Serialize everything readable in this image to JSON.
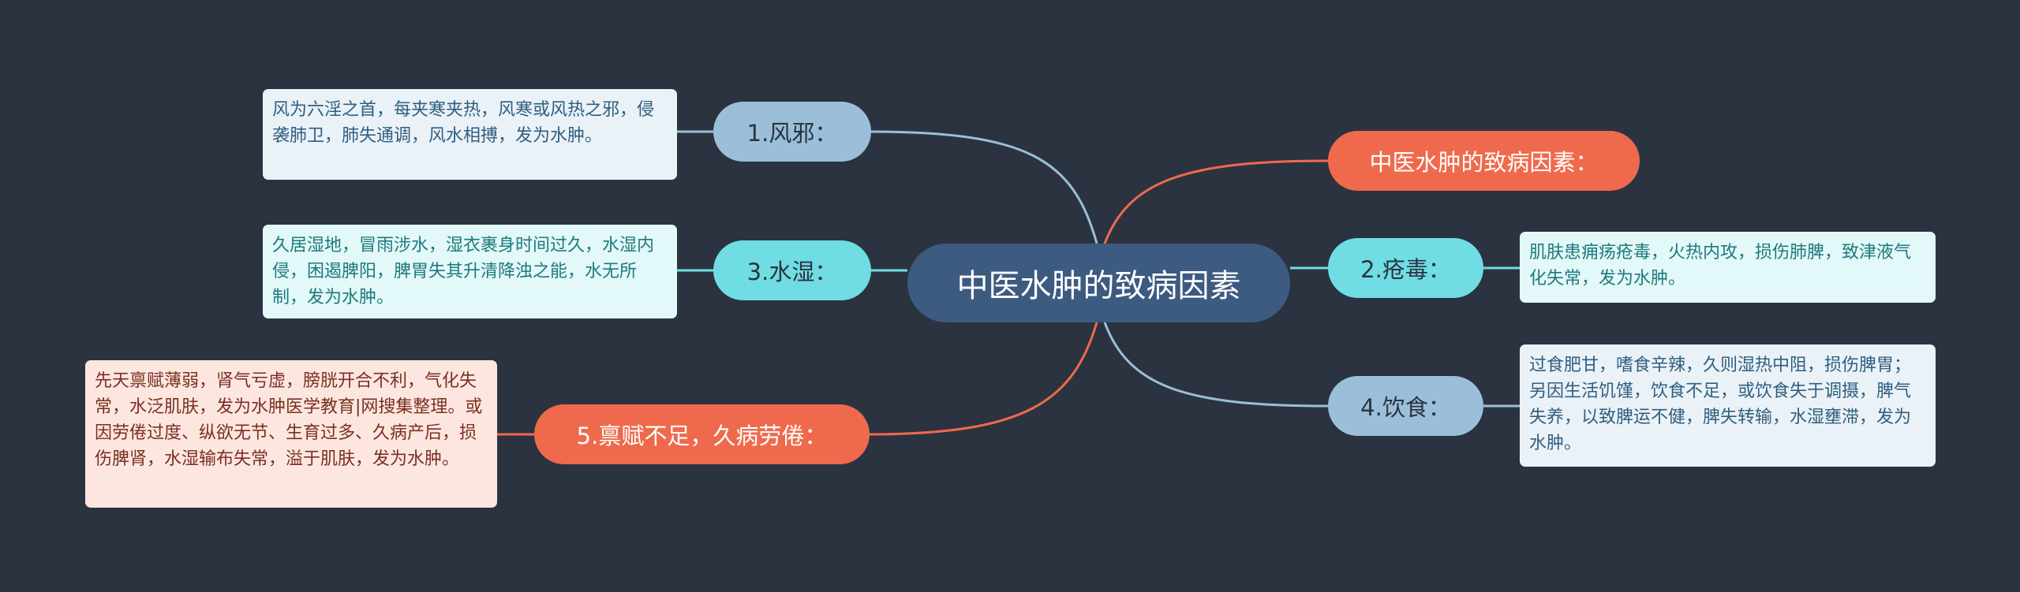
{
  "colors": {
    "background": "#2b3340",
    "root": "#3d5a80",
    "blue": "#9bbfd8",
    "cyan": "#6fdde3",
    "red": "#ef6a4c"
  },
  "root": {
    "label": "中医水肿的致病因素"
  },
  "branches": {
    "wind": {
      "label": "1.风邪：",
      "detail": "风为六淫之首，每夹寒夹热，风寒或风热之邪，侵袭肺卫，肺失通调，风水相搏，发为水肿。"
    },
    "damp": {
      "label": "3.水湿：",
      "detail": "久居湿地，冒雨涉水，湿衣裹身时间过久，水湿内侵，困遏脾阳，脾胃失其升清降浊之能，水无所制，发为水肿。"
    },
    "constitution": {
      "label": "5.禀赋不足，久病劳倦：",
      "detail": "先天禀赋薄弱，肾气亏虚，膀胱开合不利，气化失常，水泛肌肤，发为水肿医学教育|网搜集整理。或因劳倦过度、纵欲无节、生育过多、久病产后，损伤脾肾，水湿输布失常，溢于肌肤，发为水肿。"
    },
    "heading": {
      "label": "中医水肿的致病因素："
    },
    "sores": {
      "label": "2.疮毒：",
      "detail": "肌肤患痈疡疮毒，火热内攻，损伤肺脾，致津液气化失常，发为水肿。"
    },
    "diet": {
      "label": "4.饮食：",
      "detail": "过食肥甘，嗜食辛辣，久则湿热中阻，损伤脾胃；另因生活饥馑，饮食不足，或饮食失于调摄，脾气失养，以致脾运不健，脾失转输，水湿壅滞，发为水肿。"
    }
  }
}
